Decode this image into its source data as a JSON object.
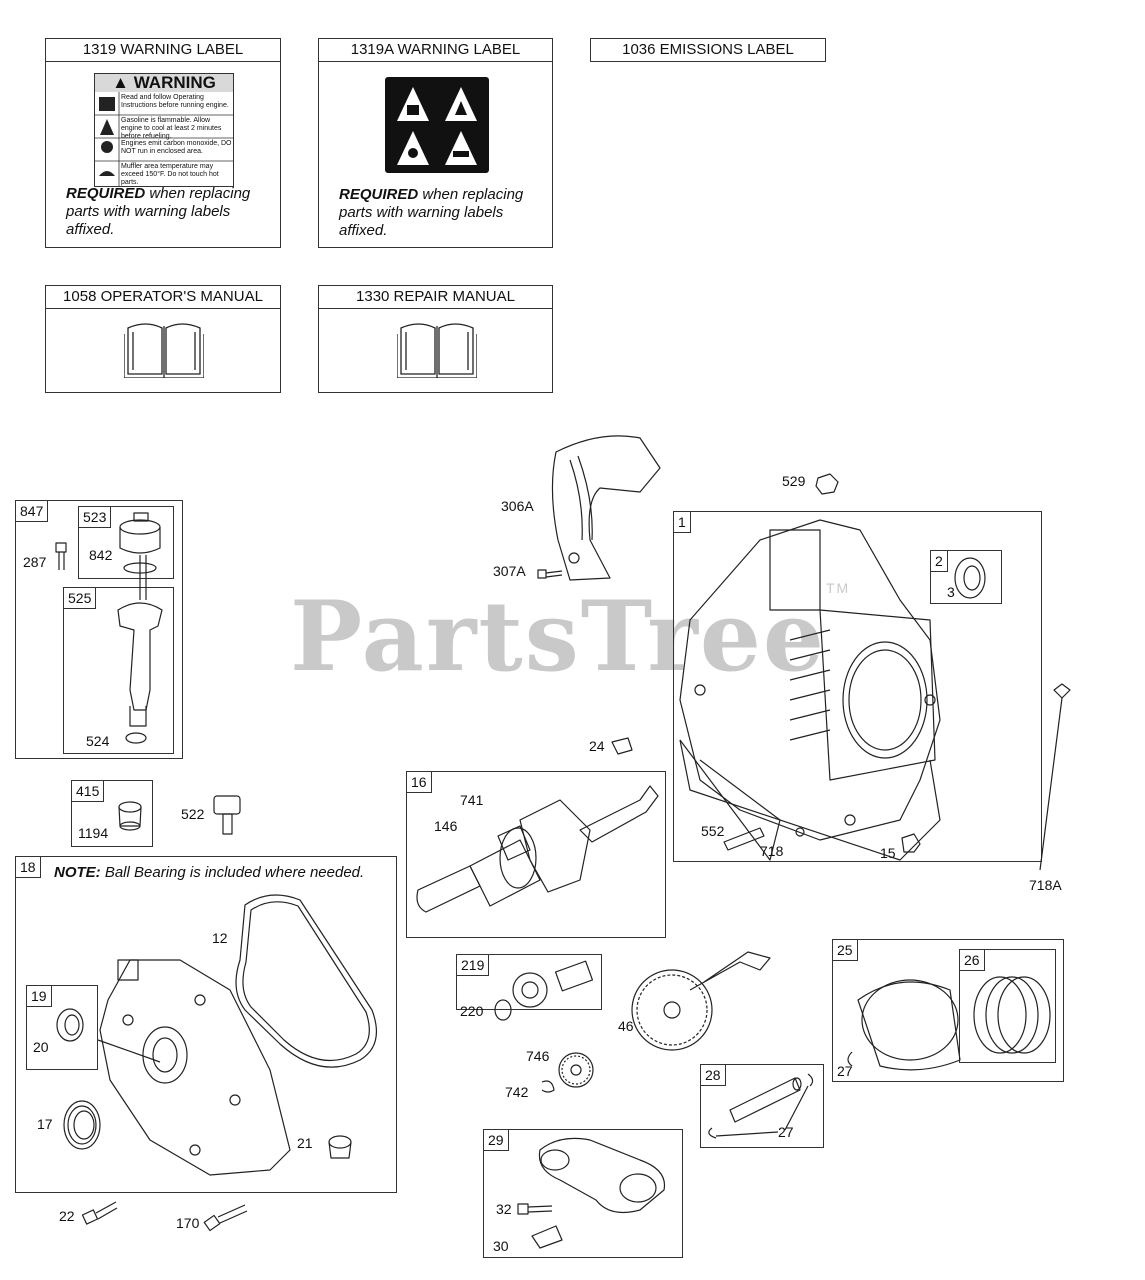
{
  "watermark": {
    "text": "PartsTree",
    "tm": "TM"
  },
  "labels_section": {
    "warning_1319": {
      "header": "1319 WARNING LABEL",
      "sign_title": "WARNING",
      "sign_lines": [
        "Read and follow Operating Instructions before running engine.",
        "Gasoline is flammable. Allow engine to cool at least 2 minutes before refueling.",
        "Engines emit carbon monoxide, DO NOT run in enclosed area.",
        "Muffler area temperature may exceed 150°F. Do not touch hot parts."
      ],
      "required_bold": "REQUIRED",
      "required_rest": " when replacing parts with warning labels affixed."
    },
    "warning_1319a": {
      "header": "1319A WARNING LABEL",
      "required_bold": "REQUIRED",
      "required_rest": " when replacing parts with warning labels affixed."
    },
    "emissions_1036": {
      "header": "1036 EMISSIONS LABEL"
    },
    "operators_manual_1058": {
      "header": "1058 OPERATOR'S MANUAL"
    },
    "repair_manual_1330": {
      "header": "1330 REPAIR MANUAL"
    }
  },
  "dipstick_group": {
    "ref": "847",
    "parts": {
      "p287": "287"
    },
    "cap_group": {
      "ref": "523",
      "p842": "842"
    },
    "tube_group": {
      "ref": "525",
      "p524": "524"
    }
  },
  "plug_group": {
    "ref": "415",
    "p1194": "1194"
  },
  "key": {
    "p522": "522"
  },
  "crankcase_cover_group": {
    "ref": "18",
    "note_bold": "NOTE:",
    "note_rest": " Ball Bearing is included where needed.",
    "parts": {
      "p12": "12",
      "p20": "20",
      "p17": "17",
      "p21": "21"
    },
    "seal_group": {
      "ref": "19"
    }
  },
  "loose_parts": {
    "p22": "22",
    "p170": "170",
    "p306A": "306A",
    "p307A": "307A",
    "p529": "529",
    "p24": "24",
    "p718A": "718A",
    "p46": "46",
    "p746": "746",
    "p742": "742"
  },
  "crankshaft_group": {
    "ref": "16",
    "p741": "741",
    "p146": "146"
  },
  "cylinder_group": {
    "ref": "1",
    "seal_group": {
      "ref": "2",
      "p3": "3"
    },
    "parts": {
      "p552": "552",
      "p718": "718",
      "p15": "15"
    }
  },
  "governor_group": {
    "ref": "219",
    "p220": "220"
  },
  "piston_group": {
    "ref": "25",
    "p27": "27",
    "rings_group": {
      "ref": "26"
    }
  },
  "pin_group": {
    "ref": "28",
    "p27": "27"
  },
  "rod_group": {
    "ref": "29",
    "p32": "32",
    "p30": "30"
  }
}
